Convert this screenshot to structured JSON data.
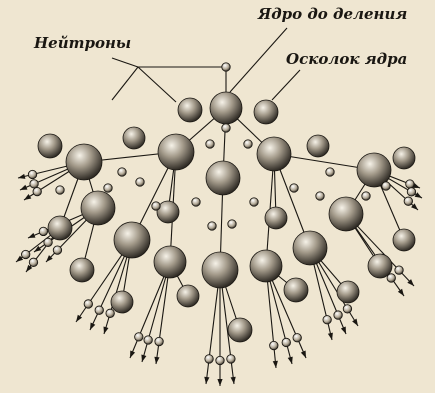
{
  "labels": {
    "neutrons": "Нейтроны",
    "nucleus_before_fission": "Ядро до деления",
    "fission_fragment": "Осколок ядра"
  },
  "colors": {
    "background": "#efe6d1",
    "ink": "#1a1712",
    "sphere_light": "#f4f0e6",
    "sphere_dark": "#2a2620"
  }
}
